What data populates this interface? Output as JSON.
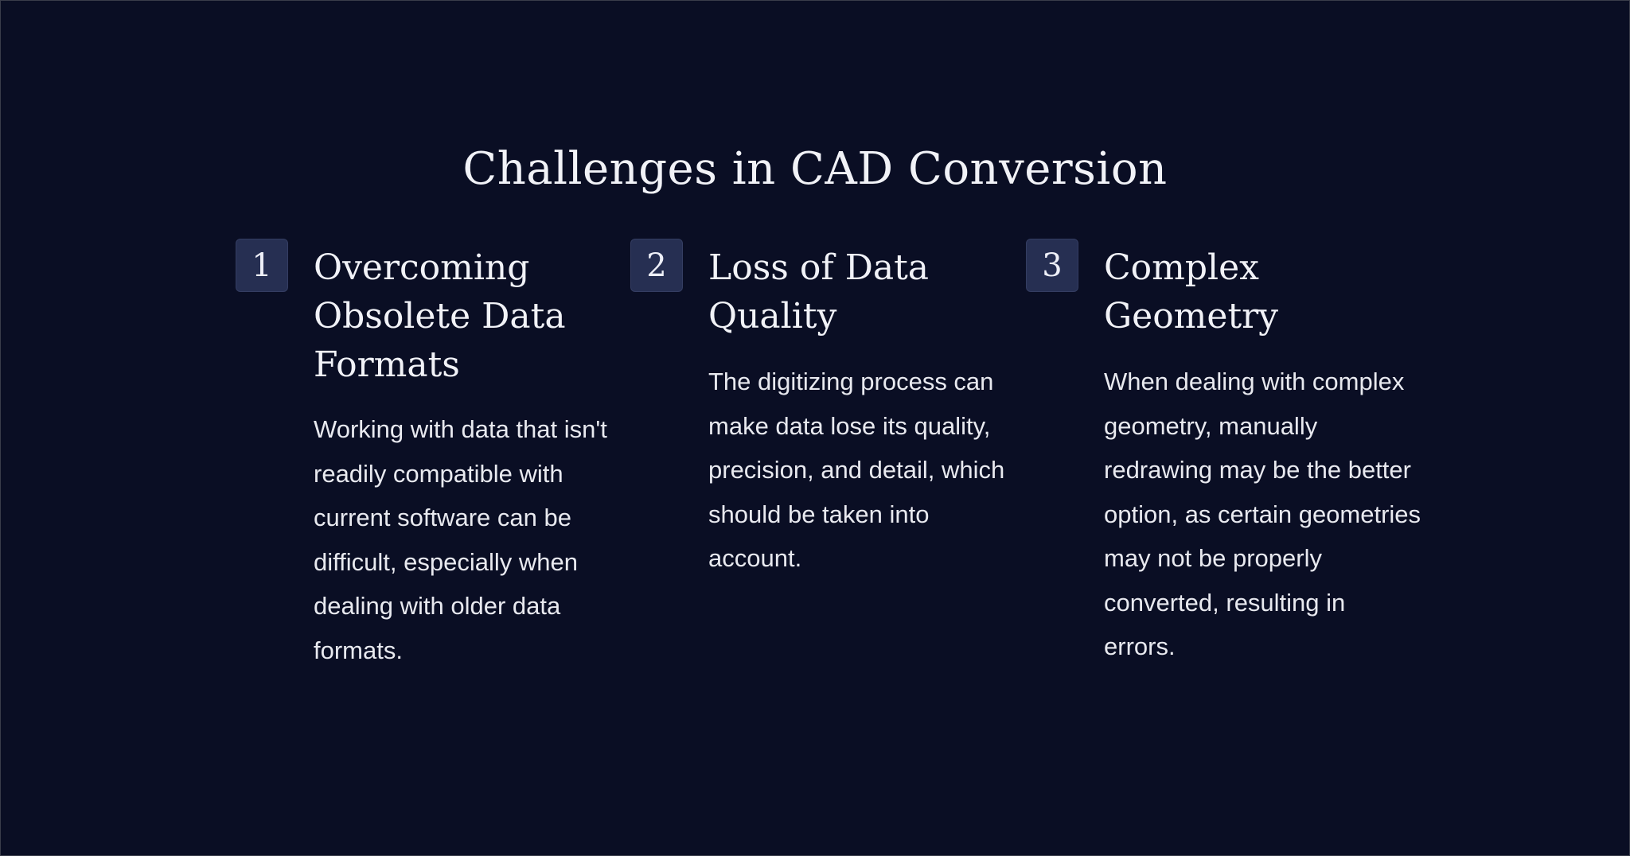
{
  "slide": {
    "title": "Challenges in CAD Conversion",
    "cards": [
      {
        "number": "1",
        "title": "Overcoming Obsolete Data Formats",
        "body": "Working with data that isn't readily compatible with current software can be difficult, especially when dealing with older data formats."
      },
      {
        "number": "2",
        "title": "Loss of Data Quality",
        "body": "The digitizing process can make data lose its quality, precision, and detail, which should be taken into account."
      },
      {
        "number": "3",
        "title": "Complex Geometry",
        "body": "When dealing with complex geometry, manually redrawing may be the better option, as certain geometries may not be properly converted, resulting in errors."
      }
    ]
  }
}
